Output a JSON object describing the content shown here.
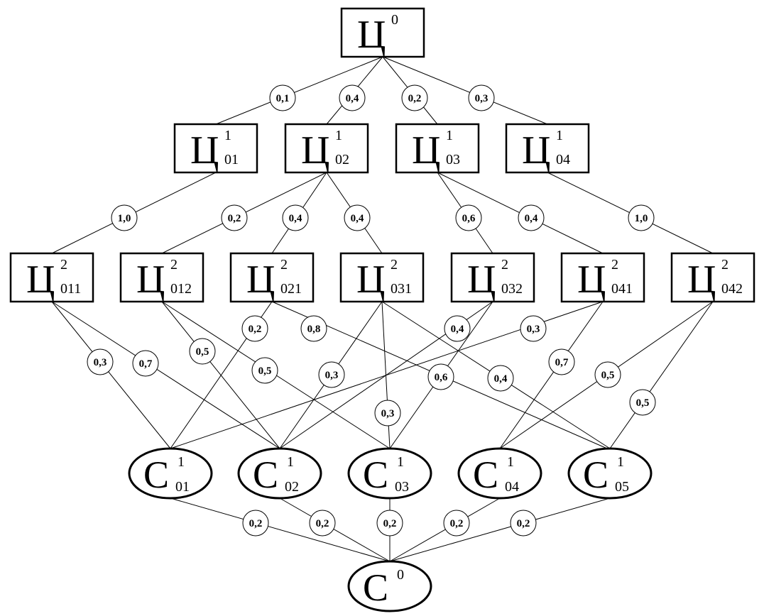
{
  "nodes": [
    {
      "id": "c0",
      "letter": "Ц",
      "sup": "0",
      "sub": ""
    },
    {
      "id": "c1_01",
      "letter": "Ц",
      "sup": "1",
      "sub": "01"
    },
    {
      "id": "c1_02",
      "letter": "Ц",
      "sup": "1",
      "sub": "02"
    },
    {
      "id": "c1_03",
      "letter": "Ц",
      "sup": "1",
      "sub": "03"
    },
    {
      "id": "c1_04",
      "letter": "Ц",
      "sup": "1",
      "sub": "04"
    },
    {
      "id": "c2_011",
      "letter": "Ц",
      "sup": "2",
      "sub": "011"
    },
    {
      "id": "c2_012",
      "letter": "Ц",
      "sup": "2",
      "sub": "012"
    },
    {
      "id": "c2_021",
      "letter": "Ц",
      "sup": "2",
      "sub": "021"
    },
    {
      "id": "c2_031",
      "letter": "Ц",
      "sup": "2",
      "sub": "031"
    },
    {
      "id": "c2_032",
      "letter": "Ц",
      "sup": "2",
      "sub": "032"
    },
    {
      "id": "c2_041",
      "letter": "Ц",
      "sup": "2",
      "sub": "041"
    },
    {
      "id": "c2_042",
      "letter": "Ц",
      "sup": "2",
      "sub": "042"
    },
    {
      "id": "s1_01",
      "letter": "C",
      "sup": "1",
      "sub": "01"
    },
    {
      "id": "s1_02",
      "letter": "C",
      "sup": "1",
      "sub": "02"
    },
    {
      "id": "s1_03",
      "letter": "C",
      "sup": "1",
      "sub": "03"
    },
    {
      "id": "s1_04",
      "letter": "C",
      "sup": "1",
      "sub": "04"
    },
    {
      "id": "s1_05",
      "letter": "C",
      "sup": "1",
      "sub": "05"
    },
    {
      "id": "s0",
      "letter": "C",
      "sup": "0",
      "sub": ""
    }
  ],
  "edges": [
    {
      "from": "c0",
      "to": "c1_01",
      "weight": "0,1"
    },
    {
      "from": "c0",
      "to": "c1_02",
      "weight": "0,4"
    },
    {
      "from": "c0",
      "to": "c1_03",
      "weight": "0,2"
    },
    {
      "from": "c0",
      "to": "c1_04",
      "weight": "0,3"
    },
    {
      "from": "c1_01",
      "to": "c2_011",
      "weight": "1,0"
    },
    {
      "from": "c1_02",
      "to": "c2_012",
      "weight": "0,2"
    },
    {
      "from": "c1_02",
      "to": "c2_021",
      "weight": "0,4"
    },
    {
      "from": "c1_02",
      "to": "c2_031",
      "weight": "0,4"
    },
    {
      "from": "c1_03",
      "to": "c2_032",
      "weight": "0,6"
    },
    {
      "from": "c1_03",
      "to": "c2_041",
      "weight": "0,4"
    },
    {
      "from": "c1_04",
      "to": "c2_042",
      "weight": "1,0"
    },
    {
      "from": "c2_011",
      "to": "s1_01",
      "weight": "0,3"
    },
    {
      "from": "c2_011",
      "to": "s1_02",
      "weight": "0,7"
    },
    {
      "from": "c2_012",
      "to": "s1_02",
      "weight": "0,5"
    },
    {
      "from": "c2_012",
      "to": "s1_03",
      "weight": "0,5"
    },
    {
      "from": "c2_021",
      "to": "s1_01",
      "weight": "0,2"
    },
    {
      "from": "c2_021",
      "to": "s1_04",
      "weight": "0,8"
    },
    {
      "from": "c2_031",
      "to": "s1_02",
      "weight": "0,3"
    },
    {
      "from": "c2_031",
      "to": "s1_03",
      "weight": "0,3"
    },
    {
      "from": "c2_031",
      "to": "s1_05",
      "weight": "0,4"
    },
    {
      "from": "c2_032",
      "to": "s1_02",
      "weight": "0,4"
    },
    {
      "from": "c2_032",
      "to": "s1_03",
      "weight": "0,6"
    },
    {
      "from": "c2_041",
      "to": "s1_01",
      "weight": "0,3"
    },
    {
      "from": "c2_041",
      "to": "s1_04",
      "weight": "0,7"
    },
    {
      "from": "c2_042",
      "to": "s1_04",
      "weight": "0,5"
    },
    {
      "from": "c2_042",
      "to": "s1_05",
      "weight": "0,5"
    },
    {
      "from": "s1_01",
      "to": "s0",
      "weight": "0,2"
    },
    {
      "from": "s1_02",
      "to": "s0",
      "weight": "0,2"
    },
    {
      "from": "s1_03",
      "to": "s0",
      "weight": "0,2"
    },
    {
      "from": "s1_04",
      "to": "s0",
      "weight": "0,2"
    },
    {
      "from": "s1_05",
      "to": "s0",
      "weight": "0,2"
    }
  ]
}
